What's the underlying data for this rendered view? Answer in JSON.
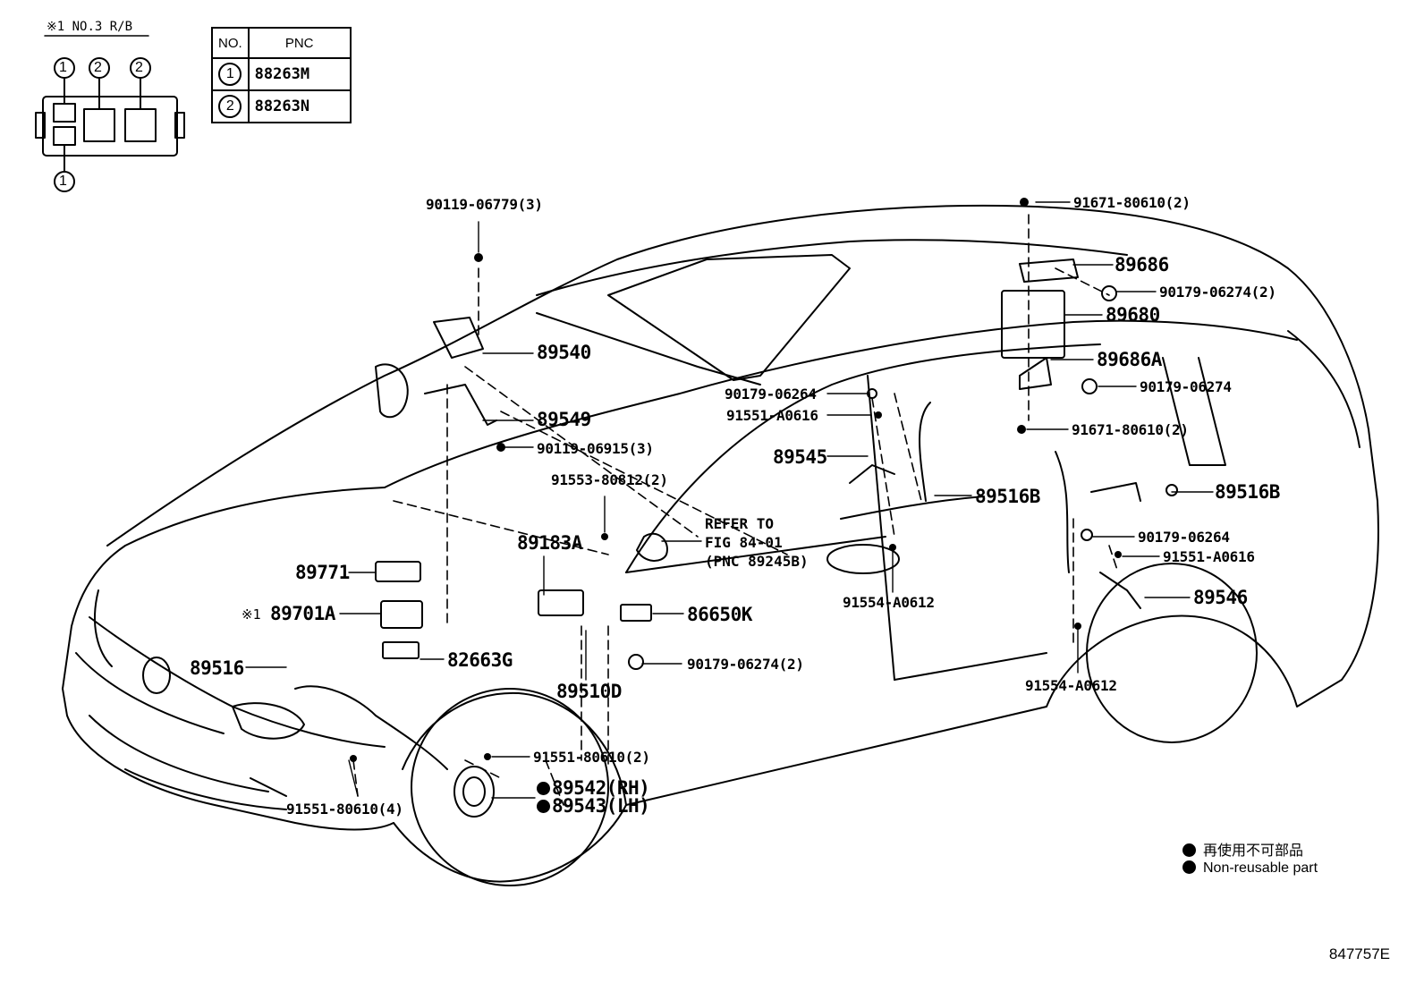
{
  "relay_block": {
    "note": "※1  NO.3 R/B",
    "markers": [
      "1",
      "2",
      "2",
      "1"
    ]
  },
  "pnc_table": {
    "headers": [
      "NO.",
      "PNC"
    ],
    "rows": [
      {
        "no": "1",
        "pnc": "88263M"
      },
      {
        "no": "2",
        "pnc": "88263N"
      }
    ]
  },
  "callouts": {
    "p90119_06779": "90119-06779(3)",
    "p89540": "89540",
    "p89549": "89549",
    "p90119_06915": "90119-06915(3)",
    "p91553_80812": "91553-80812(2)",
    "p89183A": "89183A",
    "p89771": "89771",
    "p89701A_mark": "※1",
    "p89701A": "89701A",
    "p82663G": "82663G",
    "p89516": "89516",
    "p89510D": "89510D",
    "p86650K": "86650K",
    "p90179_06274_2a": "90179-06274(2)",
    "p91551_80610_2": "91551-80610(2)",
    "p89542": "89542(RH)",
    "p89543": "89543(LH)",
    "p91551_80610_4": "91551-80610(4)",
    "p91671_80610_2a": "91671-80610(2)",
    "p89686": "89686",
    "p90179_06274_2b": "90179-06274(2)",
    "p89680": "89680",
    "p89686A": "89686A",
    "p90179_06274": "90179-06274",
    "p90179_06264a": "90179-06264",
    "p91551_A0616a": "91551-A0616",
    "p91671_80610_2b": "91671-80610(2)",
    "p89545": "89545",
    "p89516B_a": "89516B",
    "p89516B_b": "89516B",
    "p91554_A0612a": "91554-A0612",
    "p90179_06264b": "90179-06264",
    "p91551_A0616b": "91551-A0616",
    "p89546": "89546",
    "p91554_A0612b": "91554-A0612"
  },
  "refer_note": {
    "line1": "REFER TO",
    "line2": "FIG 84-01",
    "line3": "(PNC 89245B)"
  },
  "legend": {
    "jp": "再使用不可部品",
    "en": "Non-reusable part"
  },
  "figure_code": "847757E"
}
